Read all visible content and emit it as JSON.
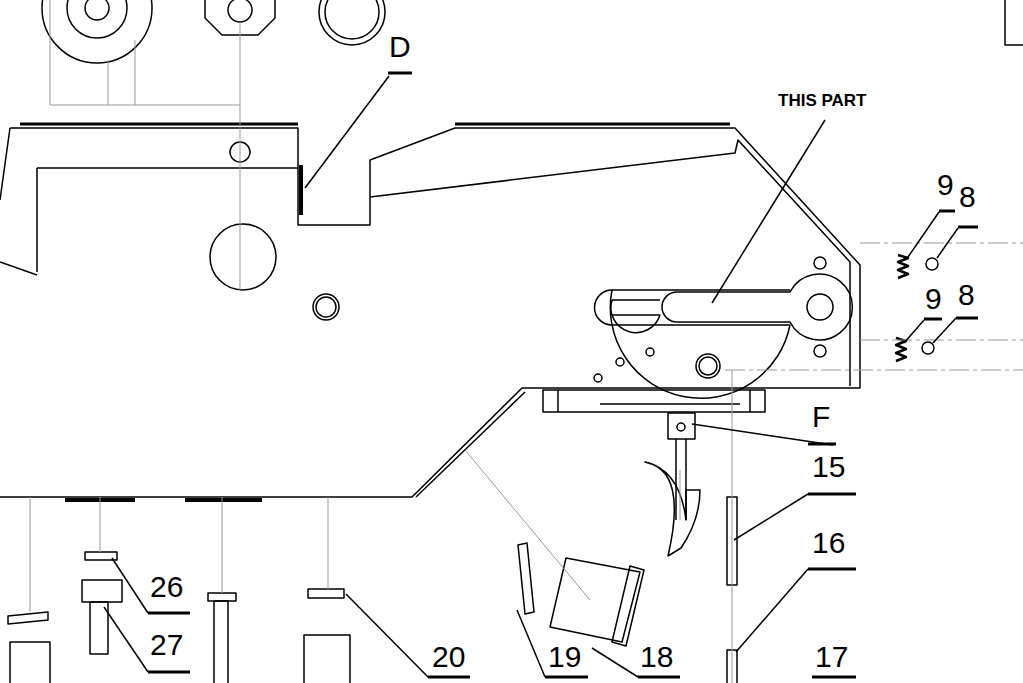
{
  "diagram": {
    "labels": [
      "D",
      "THIS PART",
      "9",
      "8",
      "9",
      "8",
      "F",
      "15",
      "16",
      "26",
      "27",
      "20",
      "19",
      "18",
      "17"
    ]
  }
}
